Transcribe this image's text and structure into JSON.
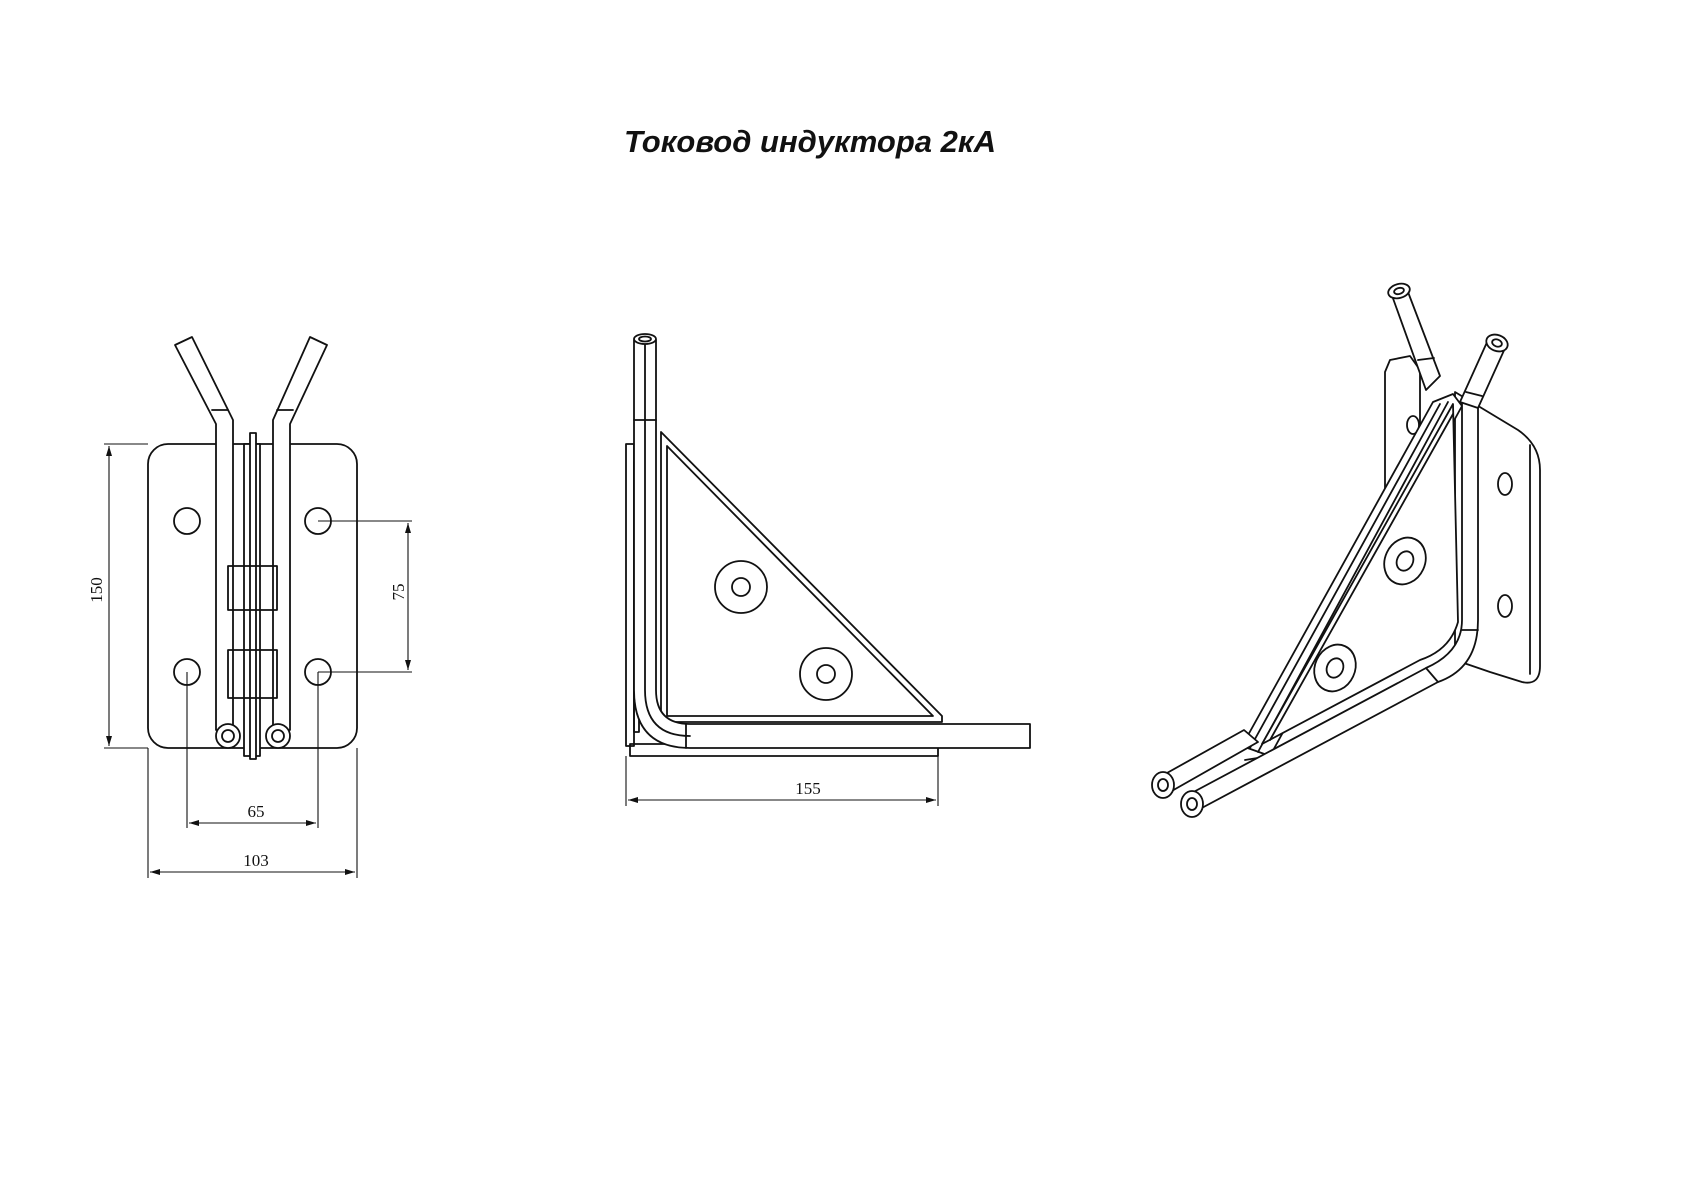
{
  "title": "Токовод индуктора 2кА",
  "views": {
    "front": {
      "dim_height": "150",
      "dim_hole_vertical": "75",
      "dim_hole_horizontal": "65",
      "dim_width": "103"
    },
    "side": {
      "dim_length": "155"
    },
    "isometric": {}
  }
}
